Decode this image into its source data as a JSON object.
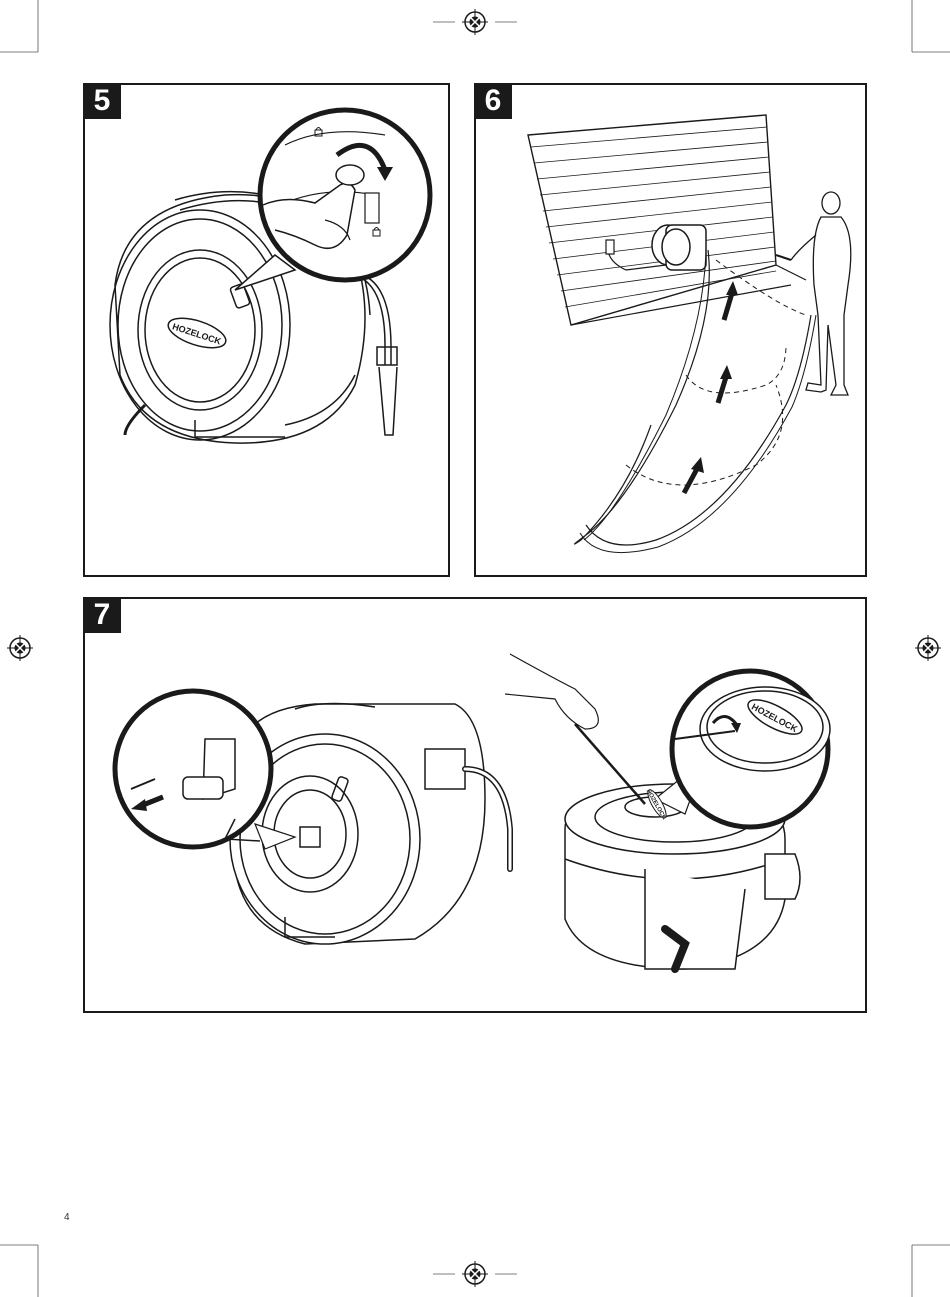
{
  "panels": [
    {
      "number": "5"
    },
    {
      "number": "6"
    },
    {
      "number": "7"
    }
  ],
  "brand": {
    "logo_text": "HOZELOCK"
  },
  "footer": {
    "page_number": "4"
  },
  "icons": [
    "registration-mark-icon",
    "crop-mark-icon",
    "arrow-icon",
    "rotation-arrow-icon",
    "lock-icon"
  ]
}
